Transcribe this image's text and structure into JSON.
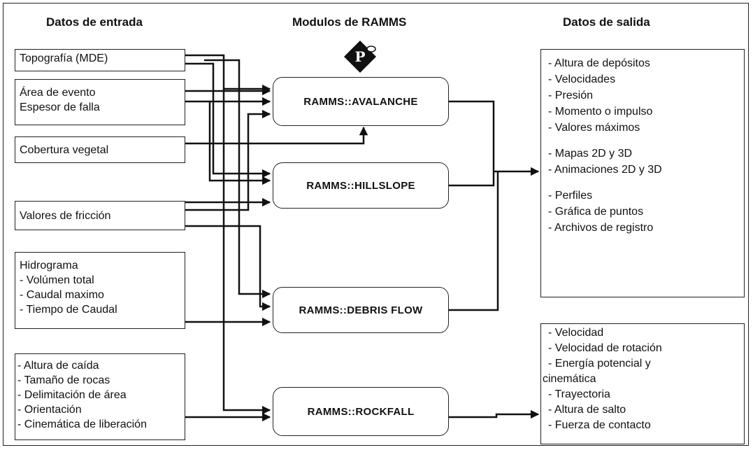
{
  "headers": {
    "input": "Datos de entrada",
    "modules": "Modulos de RAMMS",
    "output": "Datos de salida"
  },
  "logo_text": "P",
  "inputs": {
    "topografia": "Topografía (MDE)",
    "area_evento": [
      "Área de evento",
      "Espesor de falla"
    ],
    "cobertura": "Cobertura vegetal",
    "friccion": "Valores de fricción",
    "hidrograma": [
      "Hidrograma",
      "- Volúmen total",
      "- Caudal maximo",
      "- Tiempo de Caudal"
    ],
    "rockfall_inputs": [
      "- Altura de caída",
      "- Tamaño de rocas",
      "- Delimitación de área",
      "- Orientación",
      "- Cinemática de liberación"
    ]
  },
  "modules": {
    "avalanche": "RAMMS::AVALANCHE",
    "hillslope": "RAMMS::HILLSLOPE",
    "debris_flow": "RAMMS::DEBRIS FLOW",
    "rockfall": "RAMMS::ROCKFALL"
  },
  "outputs": {
    "group1": [
      "- Altura de depósitos",
      "- Velocidades",
      "- Presión",
      "- Momento o impulso",
      "- Valores máximos"
    ],
    "group2": [
      "- Mapas 2D y 3D",
      "- Animaciones 2D y 3D"
    ],
    "group3": [
      "- Perfiles",
      "- Gráfica de puntos",
      "- Archivos de registro"
    ],
    "rockfall": [
      "- Velocidad",
      "- Velocidad de rotación",
      "- Energía potencial y",
      "cinemática",
      "- Trayectoria",
      "- Altura de salto",
      "- Fuerza de contacto"
    ]
  }
}
